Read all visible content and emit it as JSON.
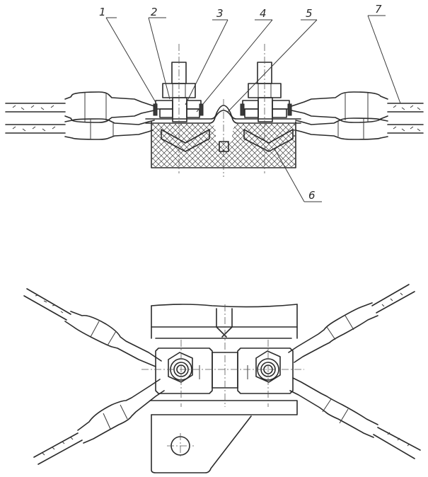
{
  "callouts": [
    {
      "id": "1",
      "label": "1"
    },
    {
      "id": "2",
      "label": "2"
    },
    {
      "id": "3",
      "label": "3"
    },
    {
      "id": "4",
      "label": "4"
    },
    {
      "id": "5",
      "label": "5"
    },
    {
      "id": "6",
      "label": "6"
    },
    {
      "id": "7",
      "label": "7"
    }
  ],
  "colors": {
    "ink": "#2b2b2b",
    "paper": "#ffffff"
  }
}
